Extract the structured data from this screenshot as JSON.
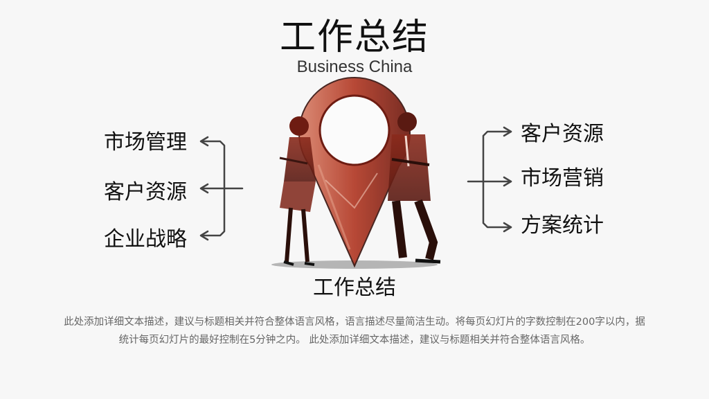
{
  "title": "工作总结",
  "subtitle": "Business China",
  "left_items": [
    "市场管理",
    "客户资源",
    "企业战略"
  ],
  "right_items": [
    "客户资源",
    "市场营销",
    "方案统计"
  ],
  "center_caption": "工作总结",
  "description": "此处添加详细文本描述，建议与标题相关并符合整体语言风格，语言描述尽量简洁生动。将每页幻灯片的字数控制在200字以内，据统计每页幻灯片的最好控制在5分钟之内。 此处添加详细文本描述，建议与标题相关并符合整体语言风格。",
  "colors": {
    "accent": "#b23a26",
    "ink": "#111111",
    "muted": "#666666"
  },
  "illustration": "location-pin-with-business-people"
}
